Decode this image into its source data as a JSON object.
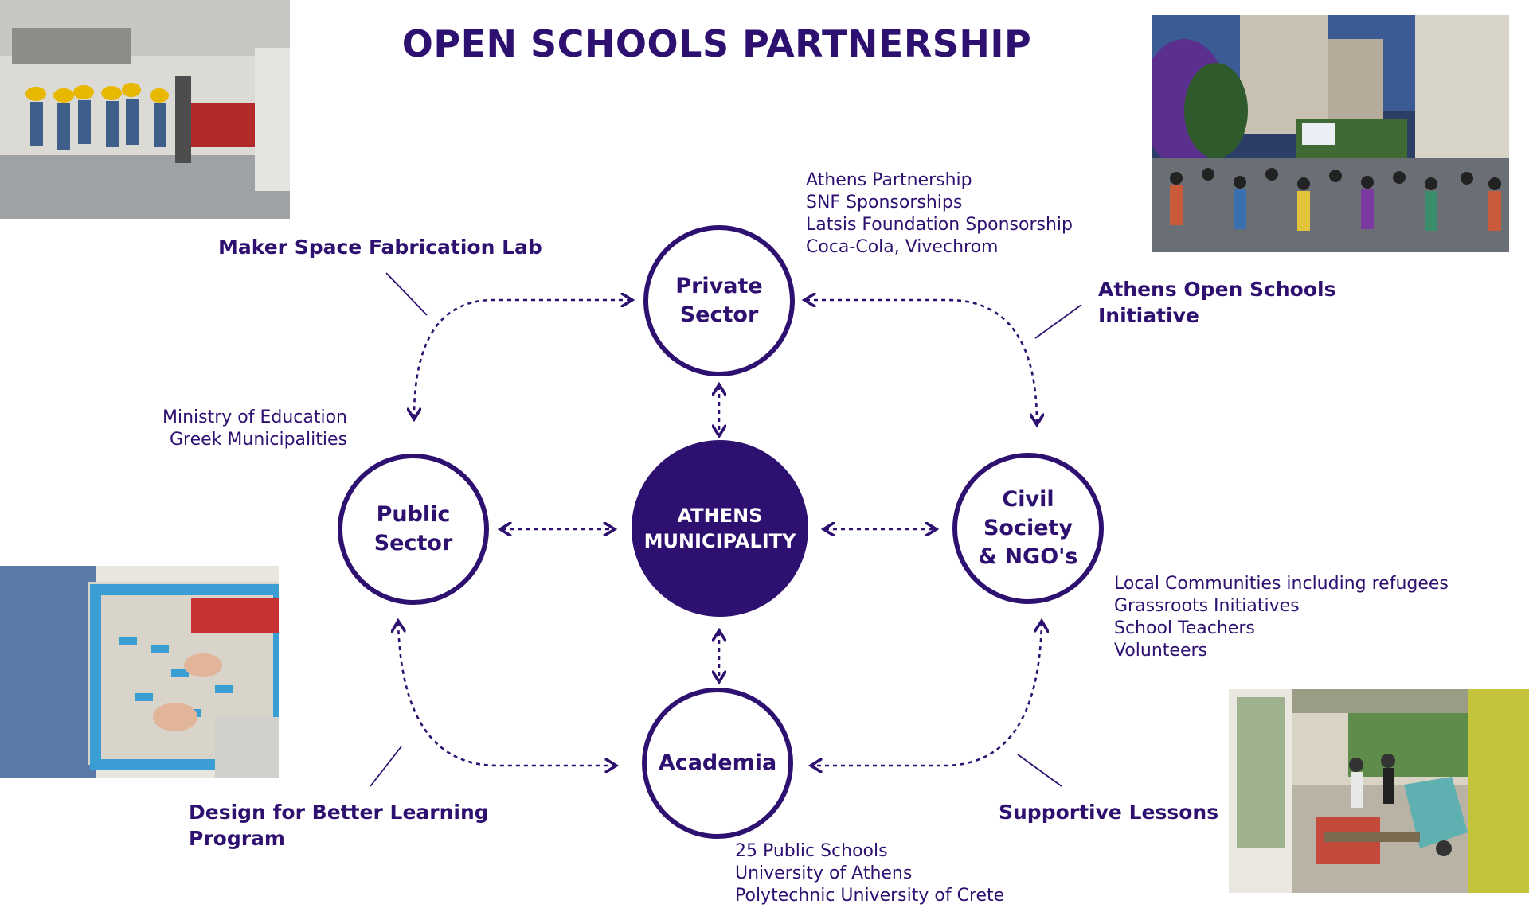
{
  "title": "OPEN SCHOOLS PARTNERSHIP",
  "nodes": {
    "private": "Private\nSector",
    "public": "Public\nSector",
    "center": "ATHENS\nMUNICIPALITY",
    "civil": "Civil\nSociety\n& NGO's",
    "academia": "Academia"
  },
  "programs": {
    "maker_space": "Maker Space Fabrication Lab",
    "open_schools": "Athens Open Schools\nInitiative",
    "design_learning": "Design for Better Learning\nProgram",
    "supportive": "Supportive Lessons"
  },
  "lists": {
    "private": [
      "Athens Partnership",
      "SNF Sponsorships",
      "Latsis Foundation Sponsorship",
      "Coca-Cola, Vivechrom"
    ],
    "public": [
      "Ministry of Education",
      "Greek Municipalities"
    ],
    "civil": [
      "Local Communities including refugees",
      "Grassroots Initiatives",
      "School Teachers",
      "Volunteers"
    ],
    "academia": [
      "25 Public Schools",
      "University of Athens",
      "Polytechnic University of Crete"
    ]
  },
  "colors": {
    "primary": "#2e1070",
    "background": "#ffffff"
  }
}
